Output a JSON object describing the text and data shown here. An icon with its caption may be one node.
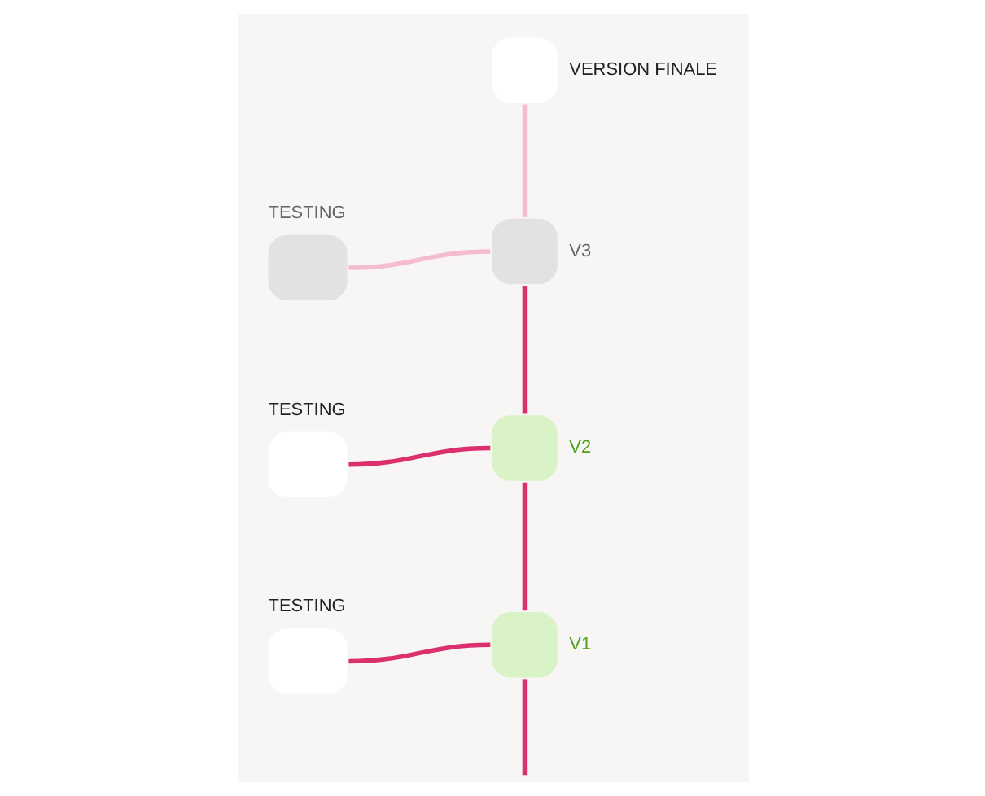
{
  "diagram": {
    "nodes": [
      {
        "text": [],
        "shape": "box",
        "beside": [
          "VERSION FINALE"
        ]
      },
      {
        "text": [],
        "shape": "box",
        "beside": [
          "TESTING"
        ]
      },
      {
        "text": [],
        "shape": "box",
        "beside": [
          "V3"
        ]
      },
      {
        "text": [],
        "shape": "box",
        "beside": [
          "TESTING"
        ]
      },
      {
        "text": [],
        "shape": "box",
        "beside": [
          "V2"
        ]
      },
      {
        "text": [],
        "shape": "box",
        "beside": [
          "TESTING"
        ]
      },
      {
        "text": [],
        "shape": "box",
        "beside": [
          "V1"
        ]
      }
    ],
    "edges": [
      {
        "from": 0,
        "to": 2,
        "arrow": "none",
        "color": "#f5bcd0"
      },
      {
        "from": 1,
        "to": 2,
        "arrow": "none",
        "color": "#f5bcd0"
      },
      {
        "from": 2,
        "to": 4,
        "arrow": "none"
      },
      {
        "from": 3,
        "to": 4,
        "arrow": "none"
      },
      {
        "from": 4,
        "to": 6,
        "arrow": "none"
      },
      {
        "from": 5,
        "to": 6,
        "arrow": "none"
      },
      {
        "from": 6,
        "to": null,
        "arrow": "none"
      }
    ]
  }
}
